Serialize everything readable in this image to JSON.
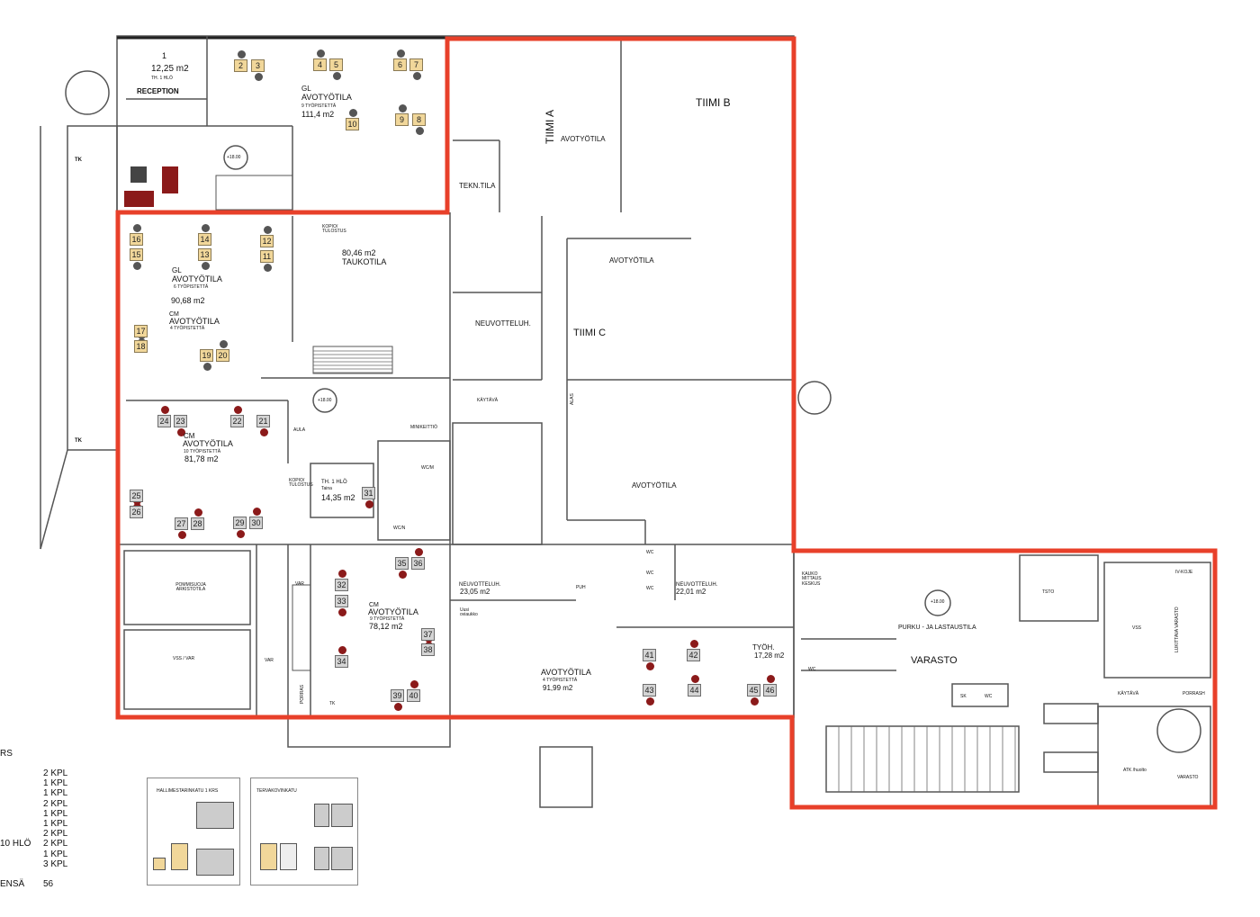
{
  "colors": {
    "outline": "#e8402a",
    "wall": "#555555",
    "desk_tan": "#f1d79a",
    "desk_gray": "#d4d4d4",
    "chair": "#8b1a1a"
  },
  "top_left": {
    "reception": {
      "number": "1",
      "area": "12,25 m2",
      "sub": "TH. 1 HLÖ",
      "name": "RECEPTION"
    },
    "gl1": {
      "dept": "GL",
      "name": "AVOTYÖTILA",
      "seats": "9 TYÖPISTETTÄ",
      "area": "111,4 m2"
    },
    "level": "+18.00",
    "tk": "TK"
  },
  "top_right": {
    "tiimi_a": "TIIMI A",
    "avotyotila": "AVOTYÖTILA",
    "tiimi_b": "TIIMI B",
    "tekn": "TEKN.TILA"
  },
  "middle_left": {
    "gl2": {
      "dept": "GL",
      "name": "AVOTYÖTILA",
      "seats": "6 TYÖPISTETTÄ",
      "area": "90,68 m2"
    },
    "cm1": {
      "dept": "CM",
      "name": "AVOTYÖTILA",
      "seats": "4 TYÖPISTETTÄ"
    },
    "taukotila": {
      "area": "80,46 m2",
      "name": "TAUKOTILA",
      "kopio": "KOPIO/ TULOSTUS"
    },
    "tk": "TK"
  },
  "middle_right": {
    "neuvotteluh": "NEUVOTTELUH.",
    "tiimi_c": "TIIMI C",
    "avotyotila1": "AVOTYÖTILA",
    "avotyotila2": "AVOTYÖTILA",
    "kaytava": "KÄYTÄVÄ",
    "alas": "ALAS"
  },
  "lower_left": {
    "cm2": {
      "dept": "CM",
      "name": "AVOTYÖTILA",
      "seats": "10 TYÖPISTETTÄ",
      "area": "81,78 m2"
    },
    "aula": "AULA",
    "level": "+18.00",
    "minikeittio": "MINIKEITTIÖ",
    "wcm": "WC/M",
    "wcn": "WC/N",
    "th": {
      "name": "TH. 1 HLÖ",
      "person": "Taina",
      "area": "14,35 m2"
    },
    "kopio": "KOPIO/ TULOSTUS"
  },
  "bottom_left": {
    "pommisuoja": "POMMISUOJA ARKISTOTILA",
    "vss_var": "VSS / VAR",
    "var1": "VAR",
    "var2": "VAR",
    "porras": "PORRAS",
    "tk": "TK",
    "cm3": {
      "dept": "CM",
      "name": "AVOTYÖTILA",
      "seats": "9 TYÖPISTETTÄ",
      "area": "78,12 m2"
    }
  },
  "bottom_mid": {
    "neuv1": {
      "name": "NEUVOTTELUH.",
      "area": "23,05 m2"
    },
    "uusi": "Uusi oviaukko",
    "puh": "PUH",
    "wc": "WC",
    "neuv2": {
      "name": "NEUVOTTELUH.",
      "area": "22,01 m2"
    },
    "avo": {
      "name": "AVOTYÖTILA",
      "seats": "4 TYÖPISTETTÄ",
      "area": "91,99 m2"
    },
    "tyoh": {
      "name": "TYÖH.",
      "area": "17,28 m2"
    }
  },
  "warehouse": {
    "kauko": "KAUKO MITTAUS KESKUS",
    "level": "+18.00",
    "purku": "PURKU - JA LASTAUSTILA",
    "varasto": "VARASTO",
    "tsto": "TSTO",
    "vss": "VSS",
    "ivkoje": "IV-KOJE",
    "lukittava": "LUKITTAVA VARASTO",
    "kaytava": "KÄYTÄVÄ",
    "porrash": "PORRASH",
    "atk": "ATK /huolto",
    "varasto2": "VARASTO",
    "sk": "SK",
    "wc": "WC"
  },
  "desks": [
    "2",
    "3",
    "4",
    "5",
    "6",
    "7",
    "9",
    "8",
    "10",
    "11",
    "12",
    "13",
    "14",
    "15",
    "16",
    "17",
    "18",
    "19",
    "20",
    "21",
    "22",
    "23",
    "24",
    "25",
    "26",
    "27",
    "28",
    "29",
    "30",
    "31",
    "32",
    "33",
    "34",
    "35",
    "36",
    "37",
    "38",
    "39",
    "40",
    "41",
    "42",
    "43",
    "44",
    "45",
    "46"
  ],
  "legend": {
    "header": "RS",
    "quantities": [
      "2 KPL",
      "1 KPL",
      "1 KPL",
      "2 KPL",
      "1 KPL",
      "1 KPL",
      "2 KPL",
      "2 KPL",
      "1 KPL",
      "3 KPL"
    ],
    "row_prefix": "10 HLÖ",
    "total_label": "ENSÄ",
    "total": "56",
    "box1_title": "HALLIMESTARINKATU 1 KRS",
    "box2_title": "TERVAKOVINKATU"
  }
}
